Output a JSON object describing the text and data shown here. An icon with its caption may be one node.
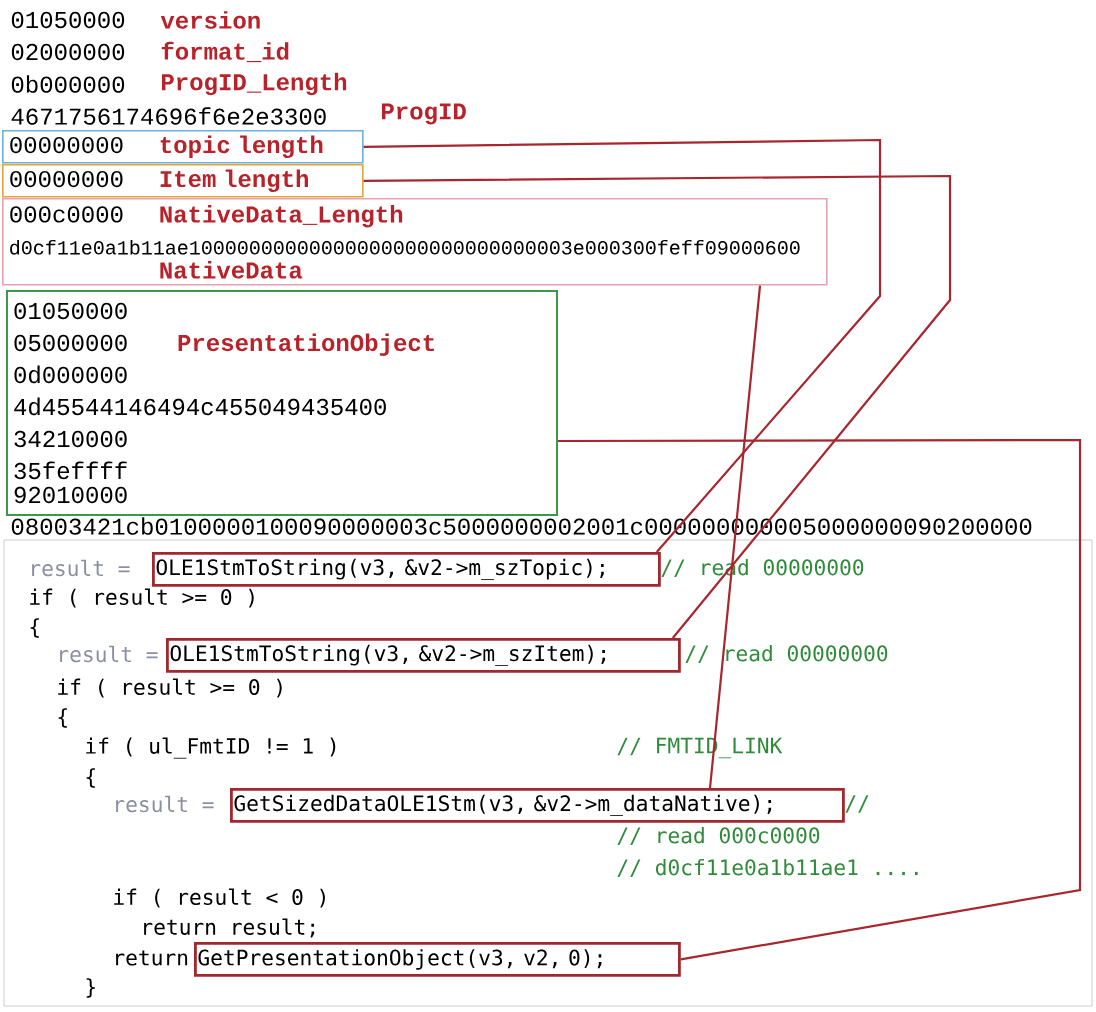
{
  "diagram": {
    "nodes": [
      {
        "text": [
          "00000000",
          "topic length"
        ]
      },
      {
        "text": [
          "00000000",
          "Item length"
        ]
      },
      {
        "text": [
          "000c0000",
          "NativeData_Length",
          "d0cf11e0a1b11ae10000000000000000000000000000003e000300feff09000600",
          "NativeData"
        ]
      },
      {
        "text": [
          "01050000",
          "05000000",
          "PresentationObject",
          "0d000000",
          "4d45544146494c455049435400",
          "34210000",
          "35feffff",
          "92010000"
        ]
      },
      {
        "text": [
          "OLE1StmToString(v3, &v2->m_szTopic);"
        ]
      },
      {
        "text": [
          "OLE1StmToString(v3, &v2->m_szItem);"
        ]
      },
      {
        "text": [
          "GetSizedDataOLE1Stm(v3, &v2->m_dataNative);"
        ]
      },
      {
        "text": [
          "GetPresentationObject(v3, v2, 0);"
        ]
      }
    ],
    "edges": [
      {
        "from": 0,
        "to": 4,
        "arrow": "none"
      },
      {
        "from": 1,
        "to": 5,
        "arrow": "none"
      },
      {
        "from": 2,
        "to": 6,
        "arrow": "none"
      },
      {
        "from": 3,
        "to": 7,
        "arrow": "none"
      }
    ],
    "labels": [
      "01050000",
      "version",
      "02000000",
      "format_id",
      "0b000000",
      "ProgID_Length",
      "4671756174696f6e2e3300",
      "ProgID",
      "08003421cb0100000100090000003c5000000002001c000000000005000000090200000",
      "result =",
      "// read 00000000",
      "if ( result >= 0 )",
      "{",
      "result =",
      "// read 00000000",
      "if ( result >= 0 )",
      "{",
      "if ( ul_FmtID != 1 )",
      "// FMTID_LINK",
      "{",
      "result =",
      "//",
      "// read 000c0000",
      "//      d0cf11e0a1b11ae1 ....",
      "if ( result < 0 )",
      "return result;",
      "return",
      "}"
    ]
  }
}
